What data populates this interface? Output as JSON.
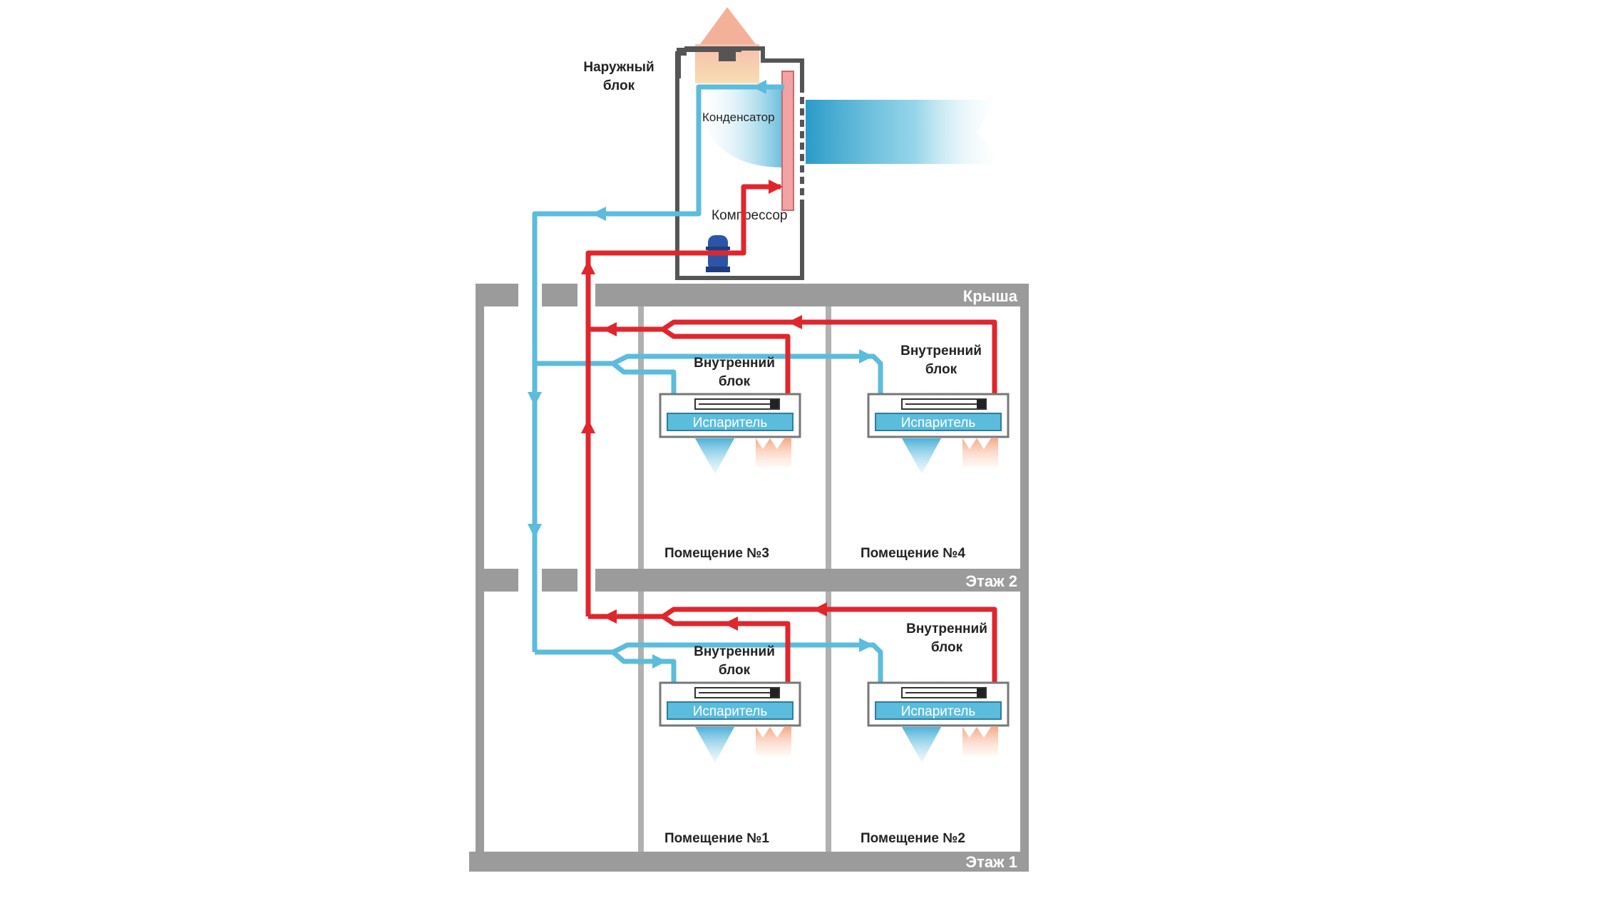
{
  "outdoor_unit": {
    "label_line1": "Наружный",
    "label_line2": "блок",
    "condenser_label": "Конденсатор",
    "compressor_label": "Компрессор"
  },
  "floors": {
    "roof": "Крыша",
    "floor2": "Этаж 2",
    "floor1": "Этаж 1"
  },
  "rooms": {
    "room1": "Помещение №1",
    "room2": "Помещение №2",
    "room3": "Помещение №3",
    "room4": "Помещение №4"
  },
  "indoor_unit": {
    "label_line1": "Внутренний",
    "label_line2": "блок",
    "evaporator_label": "Испаритель"
  },
  "colors": {
    "hot_line": "#e0262c",
    "cold_line": "#5bbcdc",
    "wall": "#9b9b9b",
    "condenser": "#f2a3a3",
    "compressor": "#2c55a8",
    "evaporator": "#5bbcdc",
    "warm_air": "#f6b38a",
    "cool_air": "#5bbcdc"
  }
}
